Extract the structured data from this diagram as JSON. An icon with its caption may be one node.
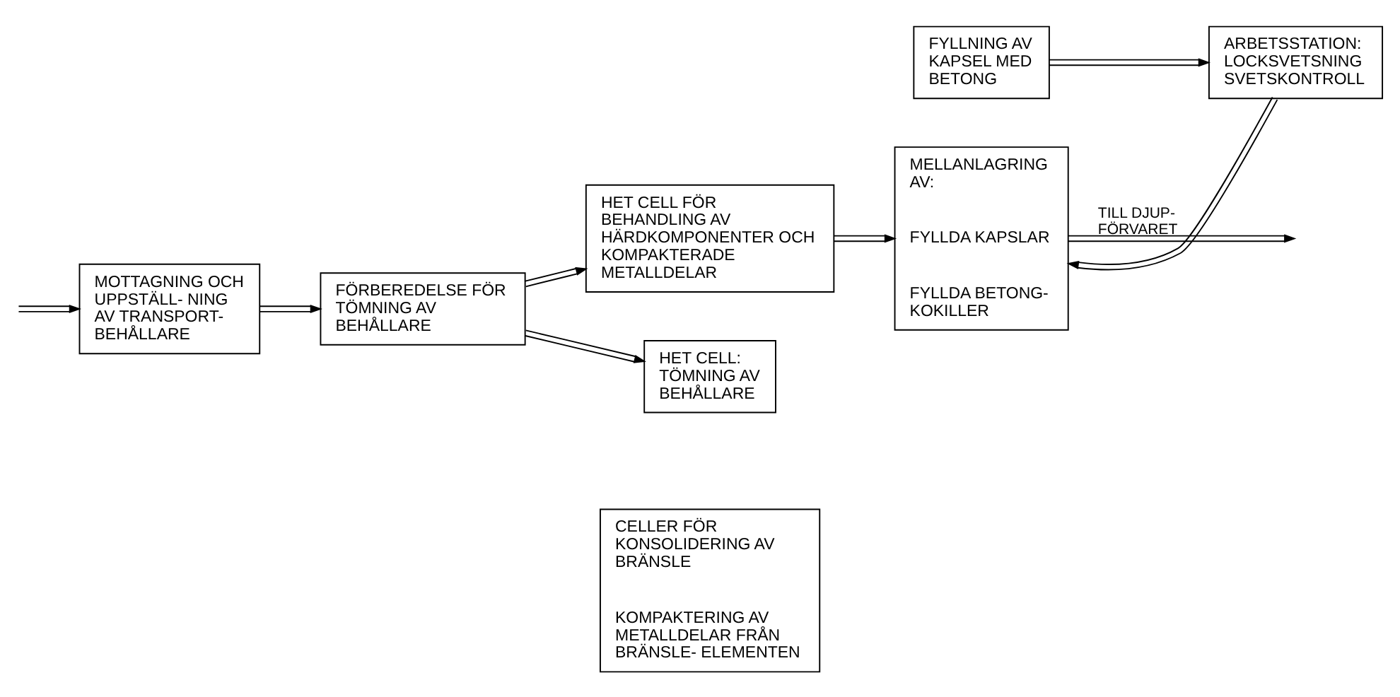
{
  "diagram": {
    "nodes": [
      {
        "text": [
          "MOTTAGNING OCH UPPSTÄLL- NING AV TRANSPORT- BEHÅLLARE"
        ]
      },
      {
        "text": [
          "FÖRBEREDELSE FÖR TÖMNING AV BEHÅLLARE"
        ]
      },
      {
        "text": [
          "HET CELL FÖR BEHANDLING AV HÄRDKOMPONENTER OCH KOMPAKTERADE METALLDELAR"
        ]
      },
      {
        "text": [
          "MELLANLAGRING AV:",
          "FYLLDA KAPSLAR",
          "FYLLDA BETONG- KOKILLER"
        ]
      },
      {
        "text": [
          "HET CELL: TÖMNING AV BEHÅLLARE"
        ]
      },
      {
        "text": [
          "CELLER FÖR KONSOLIDERING AV BRÄNSLE",
          "KOMPAKTERING AV METALLDELAR FRÅN BRÄNSLE- ELEMENTEN"
        ]
      },
      {
        "text": [
          "FYLLNING AV KAPSEL MED BETONG"
        ]
      },
      {
        "text": [
          "ARBETSSTATION: LOCKSVETSNING SVETSKONTROLL"
        ]
      }
    ],
    "edges": [
      {
        "from": null,
        "to": 0,
        "arrow": "to"
      },
      {
        "from": 0,
        "to": 1,
        "arrow": "to"
      },
      {
        "from": 1,
        "to": 2,
        "arrow": "to"
      },
      {
        "from": 1,
        "to": 4,
        "arrow": "to"
      },
      {
        "from": 2,
        "to": 3,
        "arrow": "to"
      },
      {
        "from": 3,
        "to": null,
        "arrow": "to",
        "label": "TILL DJUP- FÖRVARET"
      },
      {
        "from": 6,
        "to": 7,
        "arrow": "to"
      },
      {
        "from": 7,
        "to": 3,
        "arrow": "to"
      }
    ]
  }
}
